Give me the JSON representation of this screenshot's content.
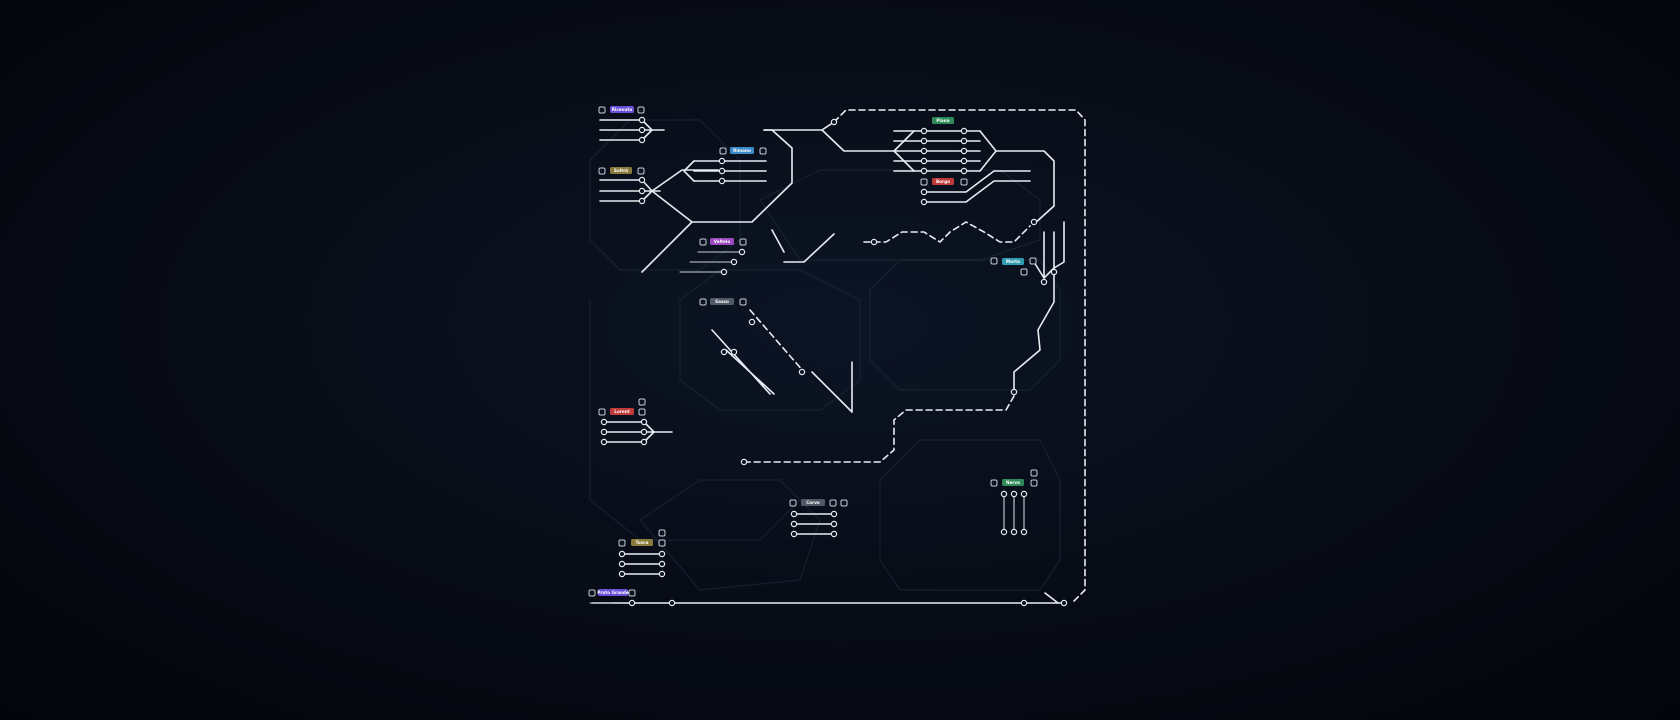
{
  "stations": [
    {
      "id": "s1",
      "label": "Ricevuto",
      "color": "#6a4fd8"
    },
    {
      "id": "s2",
      "label": "Soltrà",
      "color": "#8a7a3a"
    },
    {
      "id": "s3",
      "label": "Rimano",
      "color": "#3a8ac8"
    },
    {
      "id": "s4",
      "label": "Piana",
      "color": "#2f8a5a"
    },
    {
      "id": "s5",
      "label": "Borgo",
      "color": "#c03a3a"
    },
    {
      "id": "s6",
      "label": "Valtelo",
      "color": "#9a4ac0"
    },
    {
      "id": "s7",
      "label": "Morta",
      "color": "#2f9ab0"
    },
    {
      "id": "s8",
      "label": "Sasso",
      "color": "#505a66"
    },
    {
      "id": "s9",
      "label": "Lorent",
      "color": "#c03a3a"
    },
    {
      "id": "s10",
      "label": "Nerva",
      "color": "#2f8a5a"
    },
    {
      "id": "s11",
      "label": "Corvo",
      "color": "#505a66"
    },
    {
      "id": "s12",
      "label": "Tosca",
      "color": "#8a7a3a"
    },
    {
      "id": "s13",
      "label": "Prato Grande",
      "color": "#6a4fd8"
    }
  ],
  "colors": {
    "track": "#e8ecf2",
    "zone": "#1a2a3a",
    "background": "#070b15"
  }
}
